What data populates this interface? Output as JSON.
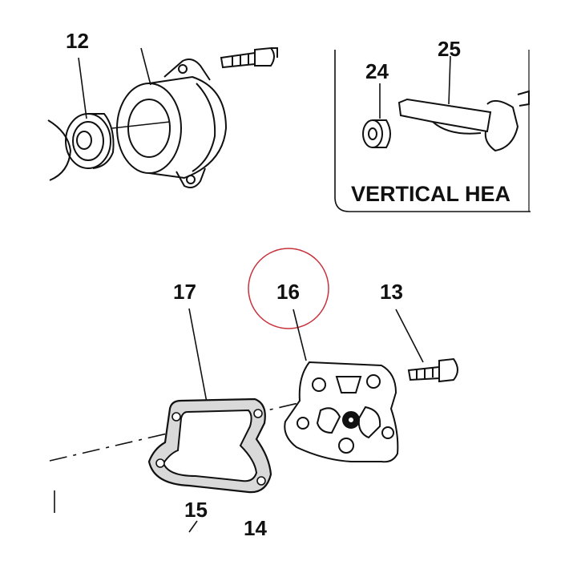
{
  "diagram": {
    "inset_title": "VERTICAL HEA",
    "callouts": {
      "c12": "12",
      "c13": "13",
      "c14": "14",
      "c15": "15",
      "c16": "16",
      "c17": "17",
      "c24": "24",
      "c25": "25"
    },
    "highlight_color": "#c8323c",
    "line_color": "#111111"
  }
}
